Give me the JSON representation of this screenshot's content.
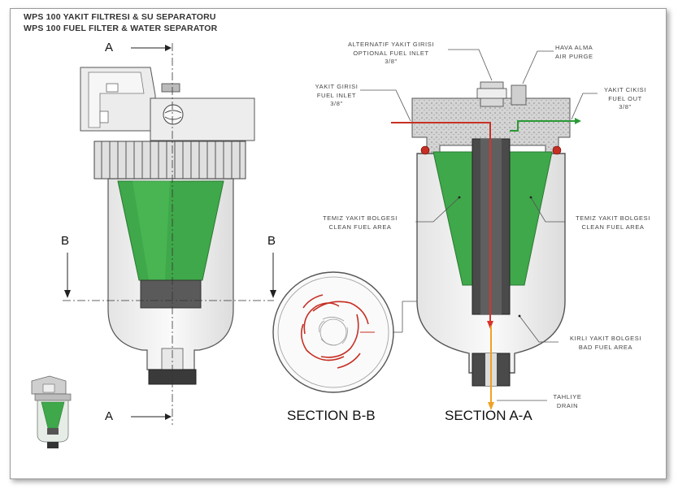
{
  "header": {
    "line1": "WPS 100 YAKIT FILTRESI & SU SEPARATORU",
    "line2": "WPS 100 FUEL FILTER & WATER SEPARATOR"
  },
  "section_markers": {
    "a_top": "A",
    "a_bottom": "A",
    "b_left": "B",
    "b_right": "B"
  },
  "labels": {
    "alternate_inlet_1": "ALTERNATIF YAKIT GIRISI",
    "alternate_inlet_2": "OPTIONAL FUEL INLET",
    "alternate_inlet_3": "3/8\"",
    "purge_1": "HAVA ALMA",
    "purge_2": "AIR PURGE",
    "inlet_1": "YAKIT GIRISI",
    "inlet_2": "FUEL INLET",
    "inlet_3": "3/8\"",
    "outlet_1": "YAKIT CIKISI",
    "outlet_2": "FUEL OUT",
    "outlet_3": "3/8\"",
    "clean_left_1": "TEMIZ YAKIT BOLGESI",
    "clean_left_2": "CLEAN FUEL AREA",
    "clean_right_1": "TEMIZ YAKIT BOLGESI",
    "clean_right_2": "CLEAN FUEL AREA",
    "bad_1": "KIRLI YAKIT BOLGESI",
    "bad_2": "BAD FUEL AREA",
    "drain_1": "TAHLIYE",
    "drain_2": "DRAIN"
  },
  "section_titles": {
    "bb": "SECTION B-B",
    "aa": "SECTION A-A"
  },
  "colors": {
    "green": "#3fa84a",
    "green_dark": "#2a7a33",
    "red": "#d8342b",
    "orange": "#f2a024",
    "gray_dark": "#4a4a4a",
    "bowl": "#f2f2f2"
  }
}
